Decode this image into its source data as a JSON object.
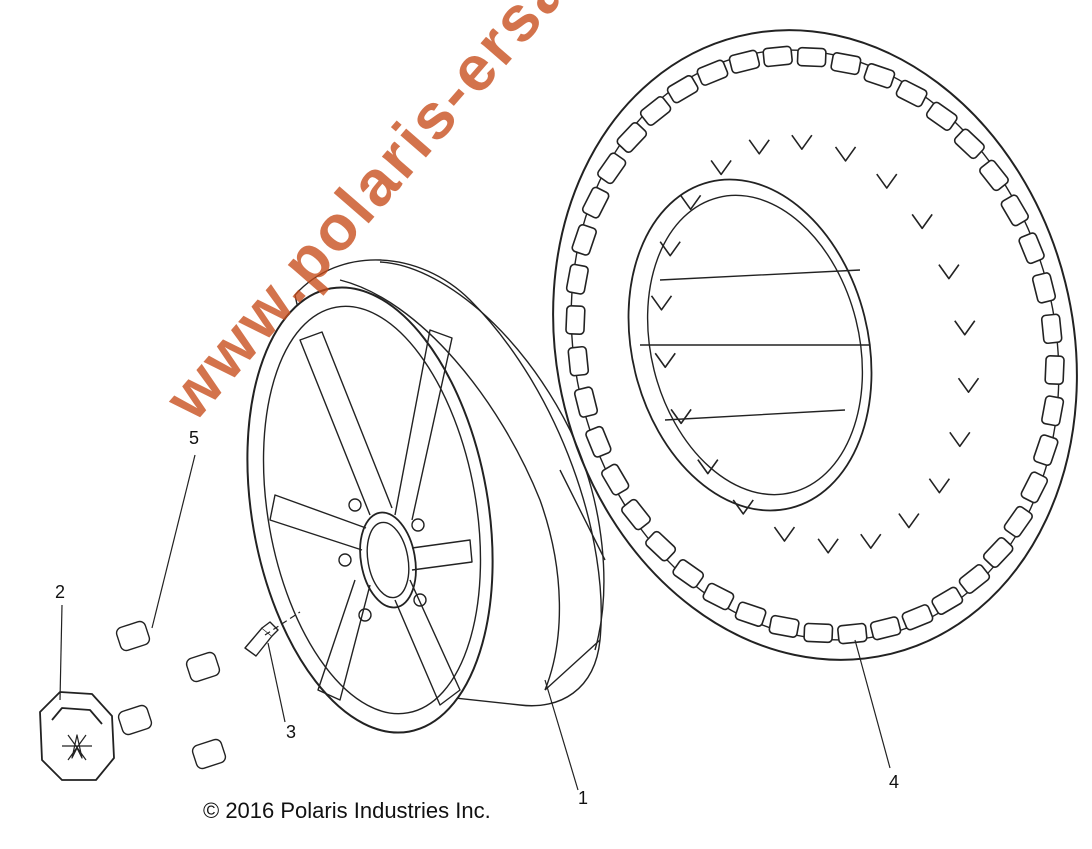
{
  "callouts": {
    "wheel": "1",
    "hub_cap": "2",
    "valve_stem": "3",
    "tire": "4",
    "lug_nut": "5"
  },
  "copyright": "© 2016 Polaris Industries Inc.",
  "watermark": "www.polaris-ersatzteile.de",
  "colors": {
    "line": "#222222",
    "watermark": "#c64c1a",
    "background": "#ffffff"
  }
}
